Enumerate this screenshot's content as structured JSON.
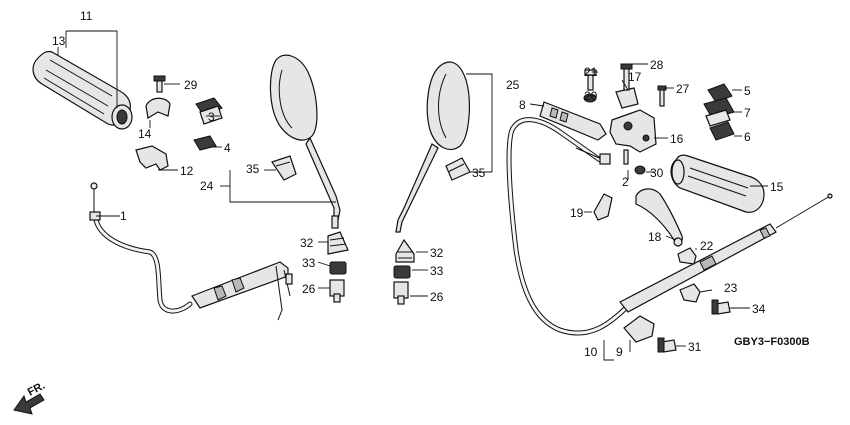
{
  "diagram": {
    "code": "GBY3−F0300B",
    "direction": "FR.",
    "callouts": [
      "1",
      "2",
      "3",
      "4",
      "5",
      "6",
      "7",
      "8",
      "9",
      "10",
      "11",
      "12",
      "13",
      "14",
      "15",
      "16",
      "17",
      "18",
      "19",
      "20",
      "21",
      "22",
      "23",
      "24",
      "25",
      "26",
      "27",
      "28",
      "29",
      "30",
      "31",
      "32",
      "33",
      "34",
      "35"
    ]
  }
}
